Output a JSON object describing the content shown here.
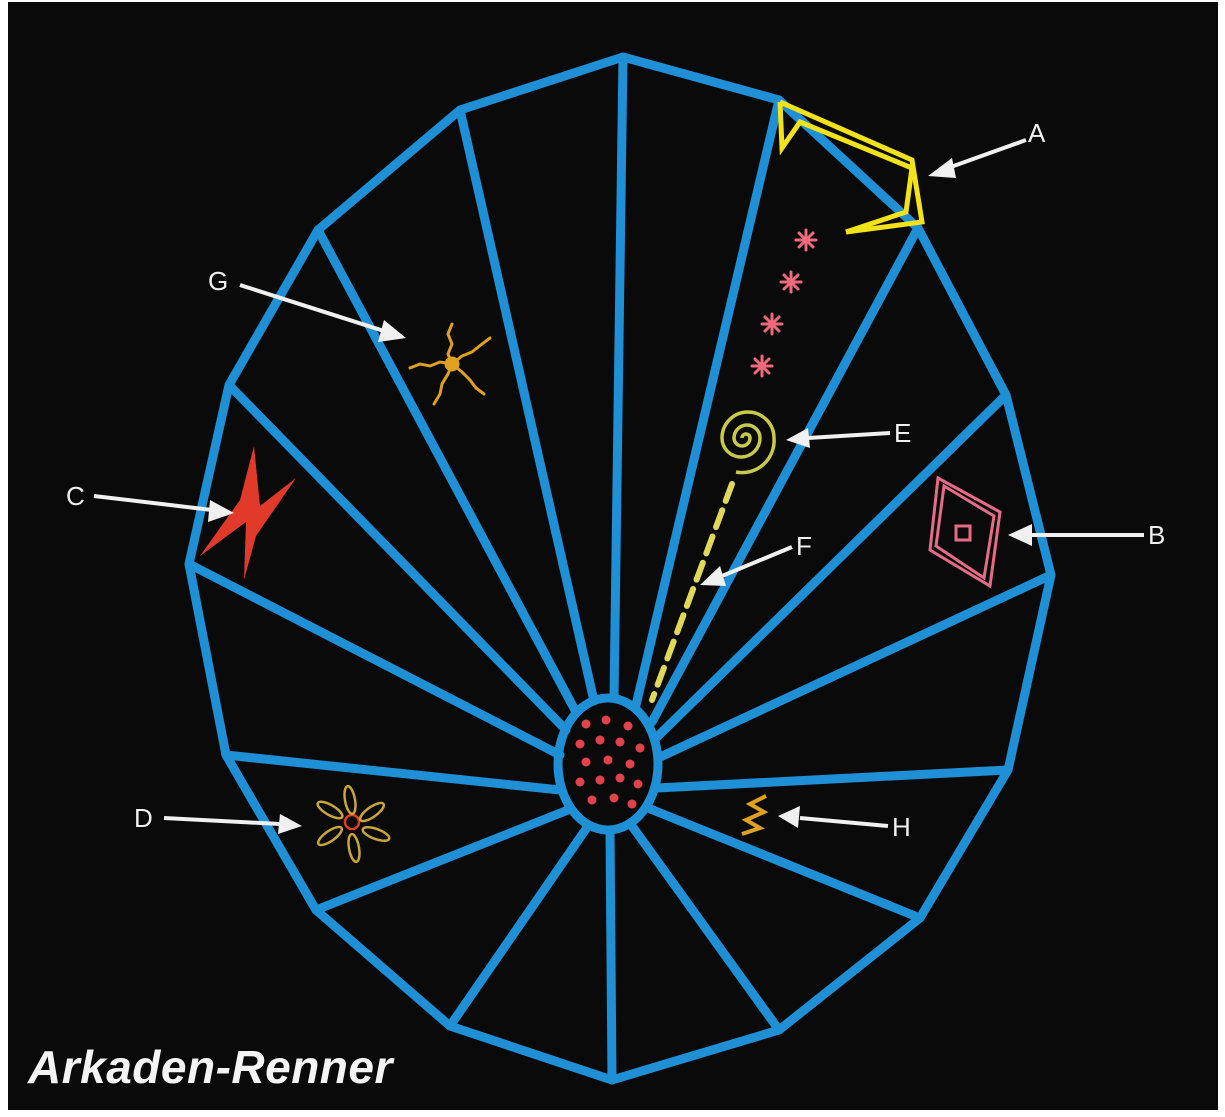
{
  "caption": "Arkaden-Renner",
  "labels": {
    "a": "A",
    "b": "B",
    "c": "C",
    "d": "D",
    "e": "E",
    "f": "F",
    "g": "G",
    "h": "H"
  },
  "colors": {
    "background": "#0a0a0a",
    "web": "#1f8fd6",
    "claw": "#f2e21a",
    "spiker": "#e0d85a",
    "flipper": "#e23a2a",
    "tanker": "#e56b86",
    "fuseball": "#c9a63a",
    "pulsar": "#e0a020",
    "core_dots": "#e2424a",
    "star_shots": "#ef6a7a",
    "arrows": "#f0f0f0"
  },
  "sprites": {
    "a": "claw-icon",
    "b": "tanker-icon",
    "c": "flipper-icon",
    "d": "fuseball-icon",
    "e": "spiral-icon",
    "f": "spike-icon",
    "g": "star-icon",
    "h": "zigzag-icon"
  }
}
